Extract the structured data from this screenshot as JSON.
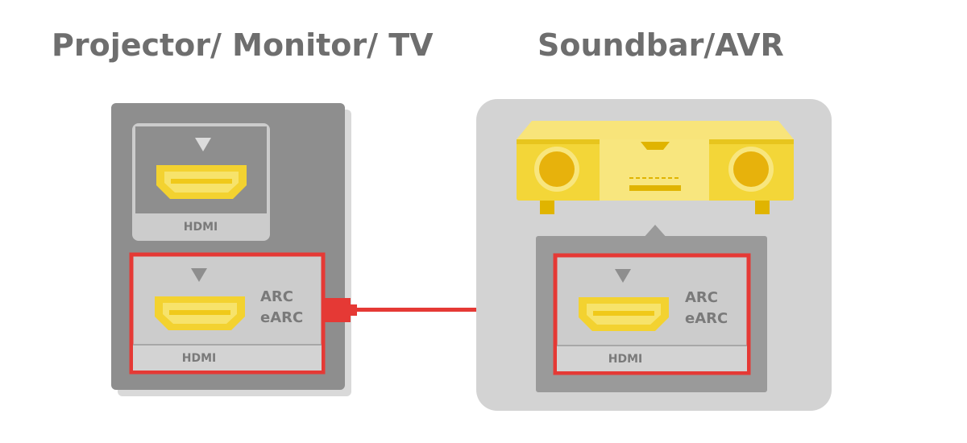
{
  "titles": {
    "left": "Projector/ Monitor/ TV",
    "right": "Soundbar/AVR"
  },
  "left_device": {
    "top_port": {
      "label": "HDMI"
    },
    "arc_port": {
      "label": "HDMI",
      "arc": "ARC",
      "earc": "eARC"
    }
  },
  "right_device": {
    "arc_port": {
      "label": "HDMI",
      "arc": "ARC",
      "earc": "eARC"
    }
  },
  "colors": {
    "title": "#6e6e6e",
    "cable": "#e53935",
    "hdmi_connector": "#f5d000",
    "hdmi_pins": "#f0c800",
    "device_dark": "#8c8c8c",
    "device_light": "#cfcfcf",
    "soundbar": "#f3d638"
  }
}
